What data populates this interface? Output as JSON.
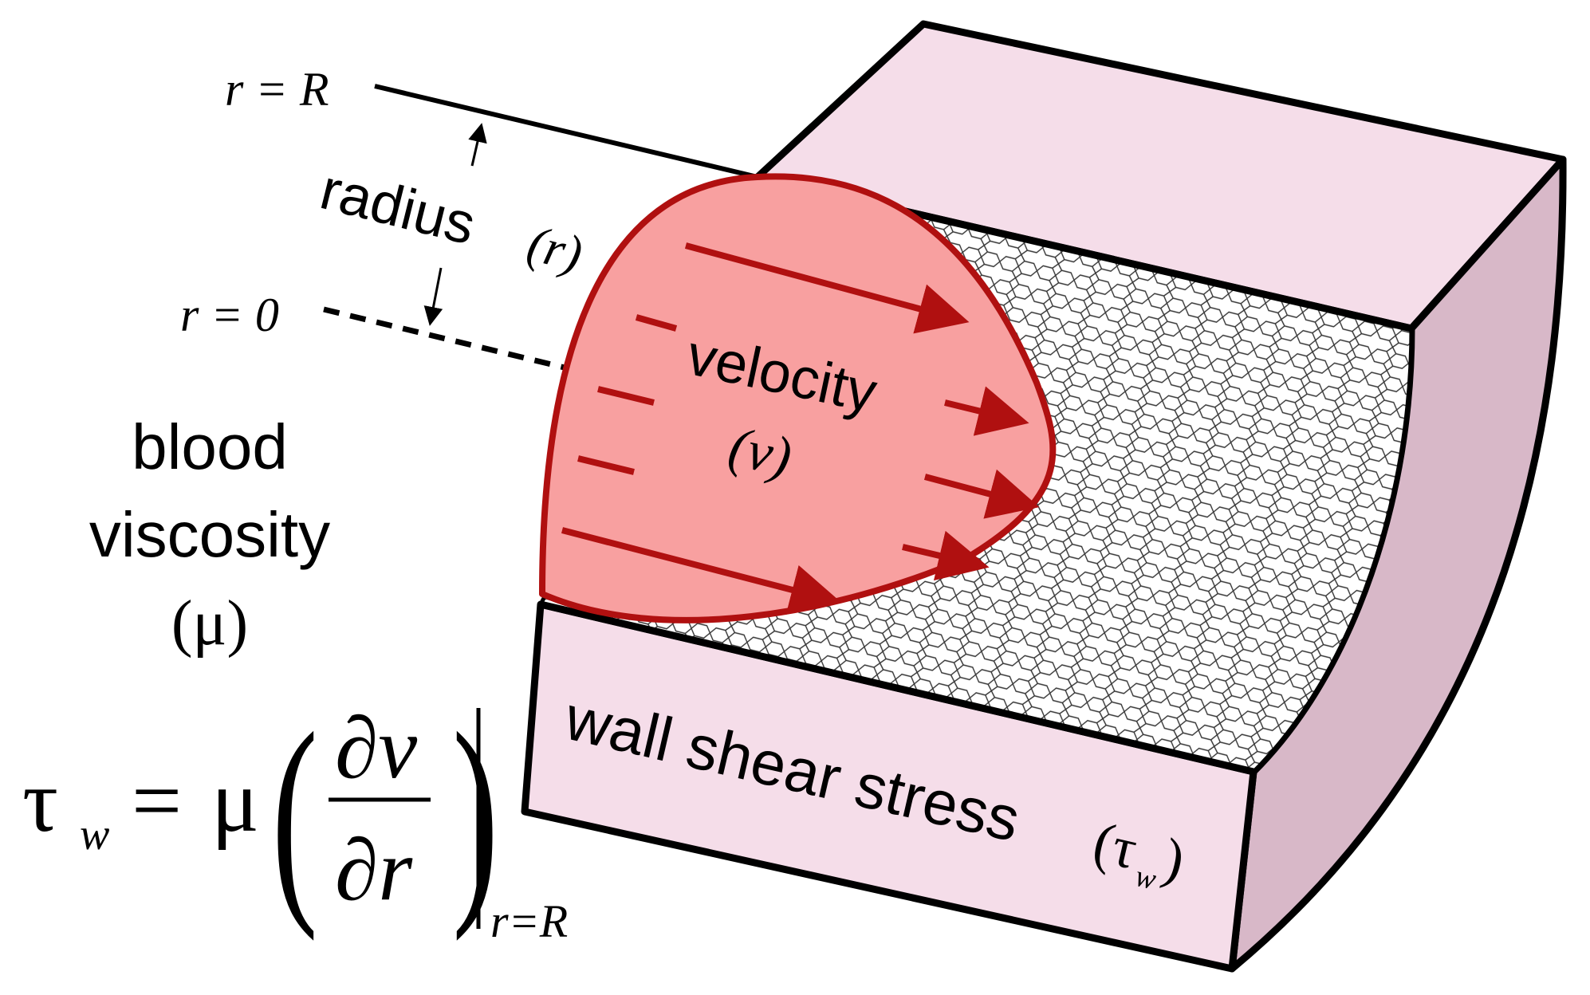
{
  "labels": {
    "r_equals_R": "r = R",
    "r_equals_0": "r = 0",
    "radius": "radius",
    "radius_symbol": "(r)",
    "velocity": "velocity",
    "velocity_symbol": "(v)",
    "blood": "blood",
    "viscosity": "viscosity",
    "viscosity_symbol": "(μ)",
    "wall_shear_stress": "wall shear stress",
    "wall_shear_symbol_open": "(τ",
    "wall_shear_symbol_sub": "w",
    "wall_shear_symbol_close": ")"
  },
  "equation": {
    "tau": "τ",
    "tau_sub": "w",
    "equals": "=",
    "mu": "μ",
    "paren_open": "(",
    "paren_close": ")",
    "numerator": "∂v",
    "denominator": "∂r",
    "evaluated_at": "r=R"
  },
  "colors": {
    "wall_face": "#f5dde9",
    "wall_side": "#d8b8c8",
    "velocity_fill": "#f8a0a0",
    "velocity_stroke": "#b01010",
    "outline": "#000000"
  }
}
